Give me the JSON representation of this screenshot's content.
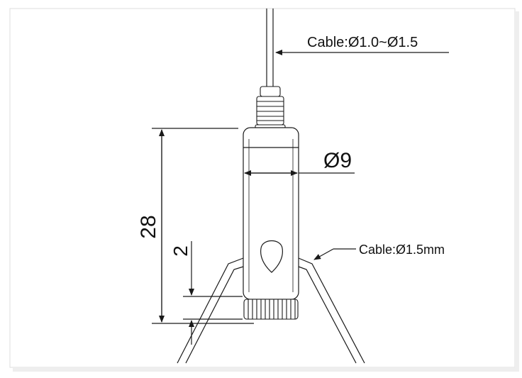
{
  "labels": {
    "cable_top": "Cable:Ø1.0~Ø1.5",
    "diameter": "Ø9",
    "length": "28",
    "thread": "2",
    "cable_side": "Cable:Ø1.5mm"
  },
  "colors": {
    "line": "#1a1a1a",
    "background": "#ffffff",
    "shadow": "#d8d8d8"
  }
}
